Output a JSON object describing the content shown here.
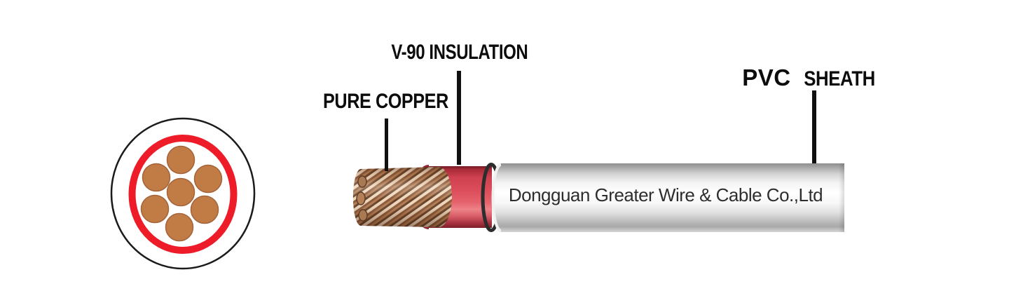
{
  "image": {
    "background": "#ffffff"
  },
  "labels": {
    "pure_copper": "PURE COPPER",
    "insulation": "V-90 INSULATION",
    "sheath_primary": "PVC",
    "sheath_secondary": "SHEATH"
  },
  "cable": {
    "brand_text": "Dongguan Greater Wire & Cable Co.,Ltd",
    "strand_count_cross_section": 7
  },
  "colors": {
    "label_text": "#0c0c0c",
    "leader_line": "#101010",
    "copper": "#c0804e",
    "copper_stripe_light": "#eed7ba",
    "copper_stripe_dark": "#8a5739",
    "insulation_red": "#dd4d5b",
    "cross_section_ring_red": "#ed1c28",
    "cross_section_strand": "#c17c46",
    "sheath_body": "#f3f3f3",
    "sheath_cut_ring": "#2d2d2d",
    "cable_text_color": "#2e2e2e"
  }
}
